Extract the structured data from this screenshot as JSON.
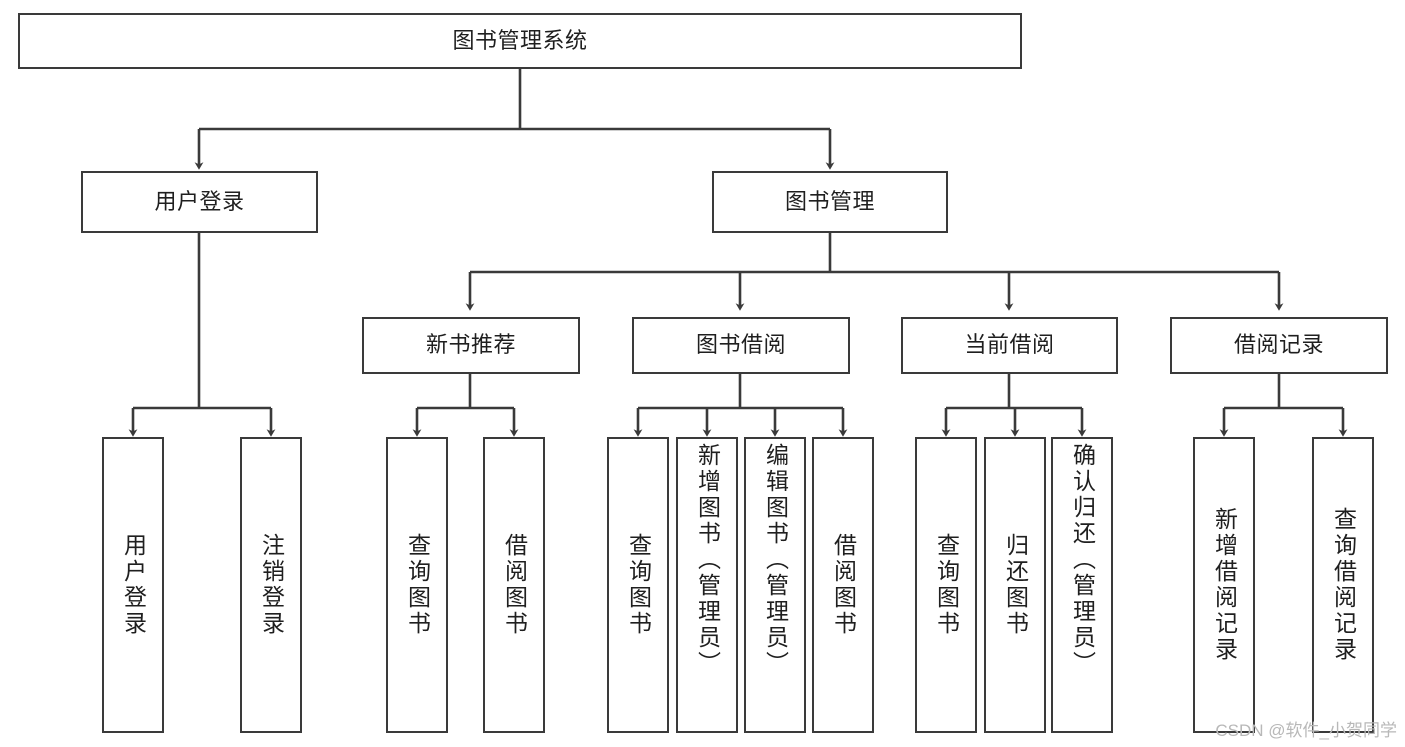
{
  "diagram": {
    "type": "tree-hierarchy",
    "title": "图书管理系统",
    "watermark": "CSDN @软件_小贺同学",
    "colors": {
      "background": "#ffffff",
      "box_border": "#3a3a3a",
      "connector": "#3a3a3a",
      "text": "#1f1f1f",
      "watermark": "#b8b8b8"
    },
    "nodes": {
      "root": {
        "label": "图书管理系统"
      },
      "level2": [
        {
          "label": "用户登录"
        },
        {
          "label": "图书管理"
        }
      ],
      "level3": [
        {
          "label": "新书推荐"
        },
        {
          "label": "图书借阅"
        },
        {
          "label": "当前借阅"
        },
        {
          "label": "借阅记录"
        }
      ],
      "leaves_user_login": [
        {
          "label": "用户登录"
        },
        {
          "label": "注销登录"
        }
      ],
      "leaves_new_book": [
        {
          "label": "查询图书"
        },
        {
          "label": "借阅图书"
        }
      ],
      "leaves_borrow": [
        {
          "label": "查询图书"
        },
        {
          "label": "新增图书（管理员）"
        },
        {
          "label": "编辑图书（管理员）"
        },
        {
          "label": "借阅图书"
        }
      ],
      "leaves_current": [
        {
          "label": "查询图书"
        },
        {
          "label": "归还图书"
        },
        {
          "label": "确认归还（管理员）"
        }
      ],
      "leaves_record": [
        {
          "label": "新增借阅记录"
        },
        {
          "label": "查询借阅记录"
        }
      ]
    }
  }
}
